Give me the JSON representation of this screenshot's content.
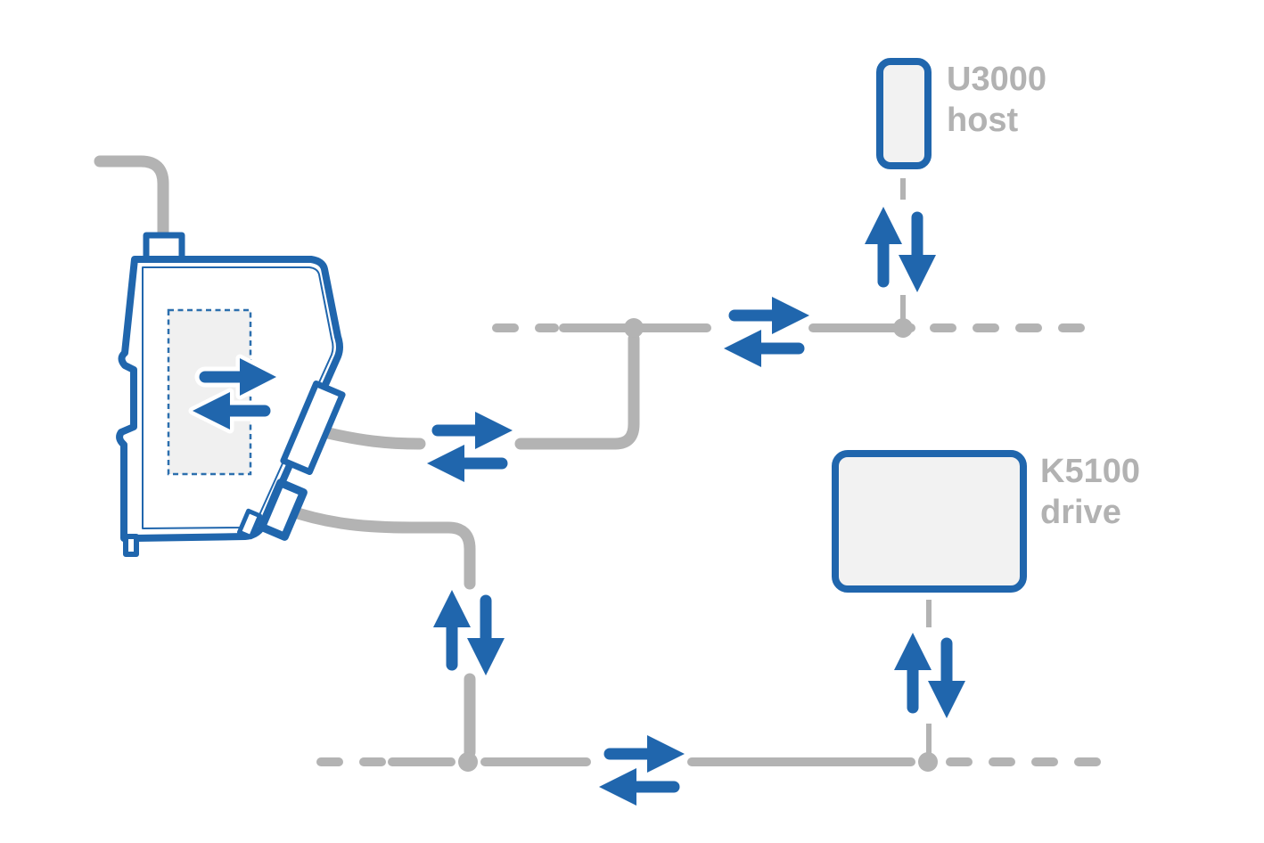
{
  "diagram": {
    "nodes": {
      "host": {
        "model": "U3000",
        "role": "host"
      },
      "drive": {
        "model": "K5100",
        "role": "drive"
      }
    },
    "icons": {
      "gateway": "gateway-device-icon",
      "transfer_horizontal": "transfer-arrows-horizontal-icon",
      "transfer_vertical": "transfer-arrows-vertical-icon"
    },
    "colors": {
      "blue": "#2066ad",
      "gray_line": "#b3b3b3",
      "gray_text": "#b2b2b2",
      "panel_fill": "#f2f2f2"
    }
  }
}
